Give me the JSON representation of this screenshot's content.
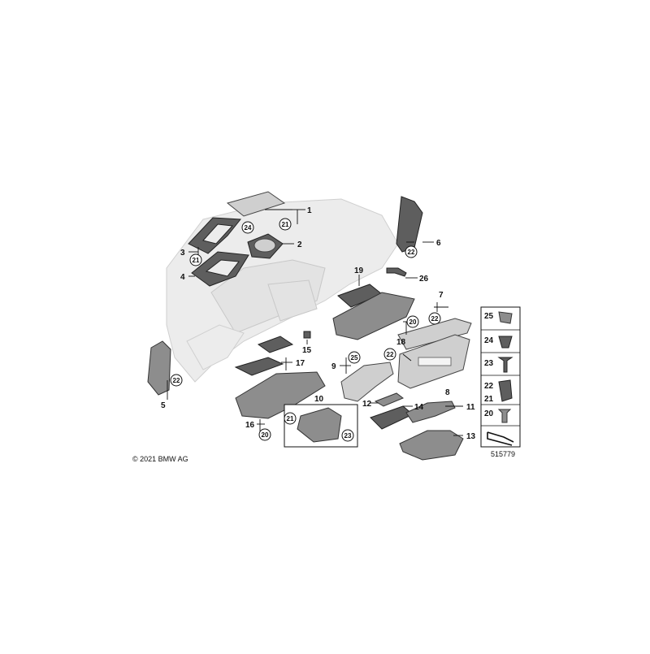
{
  "copyright": "© 2021 BMW AG",
  "diagram_id": "515779",
  "callouts": {
    "c1": "1",
    "c2": "2",
    "c3": "3",
    "c4": "4",
    "c5": "5",
    "c6": "6",
    "c7": "7",
    "c8": "8",
    "c9": "9",
    "c10": "10",
    "c11": "11",
    "c12": "12",
    "c13": "13",
    "c14": "14",
    "c15": "15",
    "c16": "16",
    "c17": "17",
    "c18": "18",
    "c19": "19",
    "c26": "26"
  },
  "circles": {
    "a21_1": "21",
    "a24": "24",
    "a21_3": "21",
    "a22_6": "22",
    "a22_7": "22",
    "a20_18": "20",
    "a25_9": "25",
    "a22_8": "22",
    "a22_5": "22",
    "a21_10": "21",
    "a23_10": "23",
    "a20_16": "20"
  },
  "legend": {
    "n25": "25",
    "n24": "24",
    "n23": "23",
    "n22": "22",
    "n21": "21",
    "n20": "20"
  }
}
